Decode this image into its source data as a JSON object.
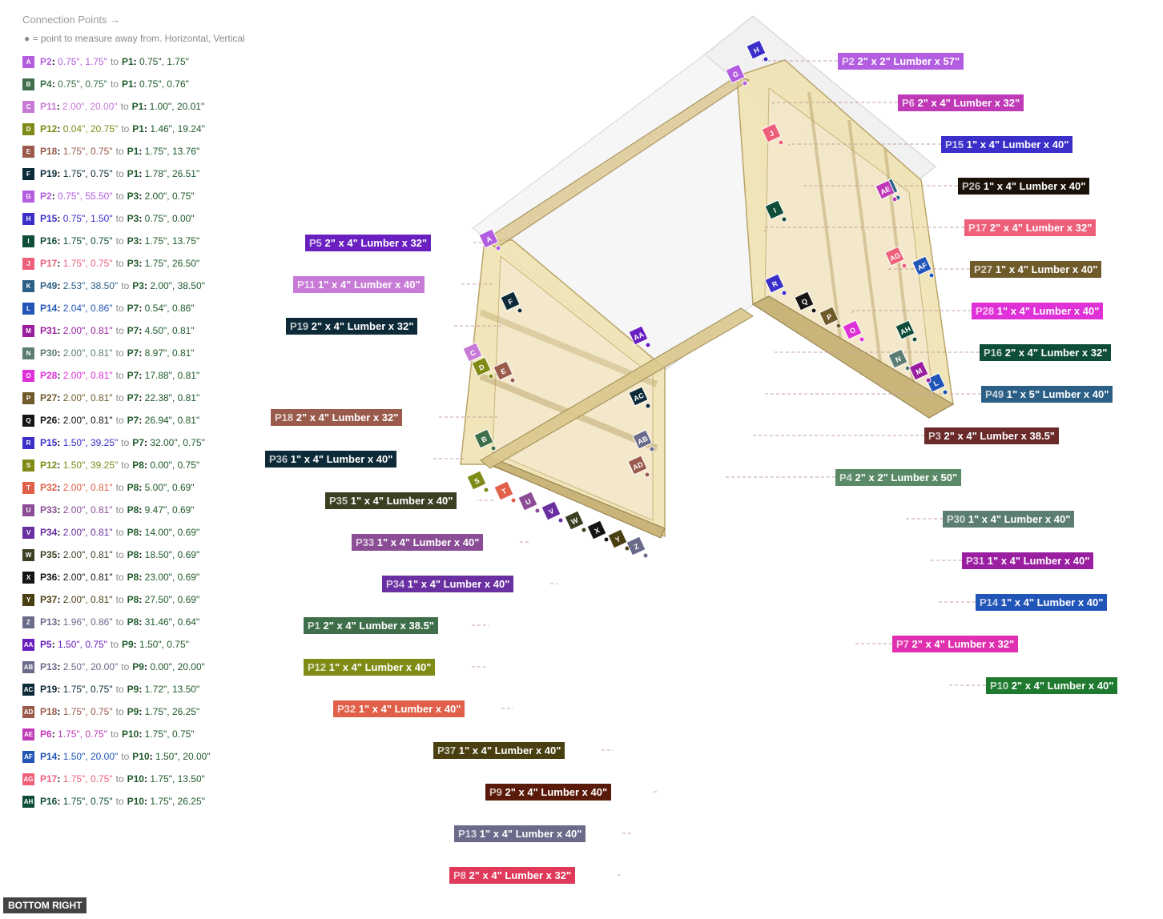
{
  "legend": {
    "title": "Connection Points →",
    "note": "● = point to measure away from. Horizontal, Vertical",
    "items": [
      {
        "code": "A",
        "color": "#b35ee0",
        "a_id": "P2",
        "a_val": "0.75\", 1.75\"",
        "b_id": "P1",
        "b_val": "0.75\", 1.75\""
      },
      {
        "code": "B",
        "color": "#3f6f4a",
        "a_id": "P4",
        "a_val": "0.75\", 0.75\"",
        "b_id": "P1",
        "b_val": "0.75\", 0.76\""
      },
      {
        "code": "C",
        "color": "#c77ad6",
        "a_id": "P11",
        "a_val": "2.00\", 20.00\"",
        "b_id": "P1",
        "b_val": "1.00\", 20.01\""
      },
      {
        "code": "D",
        "color": "#7f8b15",
        "a_id": "P12",
        "a_val": "0.04\", 20.75\"",
        "b_id": "P1",
        "b_val": "1.46\", 19.24\""
      },
      {
        "code": "E",
        "color": "#9a5a4c",
        "a_id": "P18",
        "a_val": "1.75\", 0.75\"",
        "b_id": "P1",
        "b_val": "1.75\", 13.76\""
      },
      {
        "code": "F",
        "color": "#0d2a38",
        "a_id": "P19",
        "a_val": "1.75\", 0.75\"",
        "b_id": "P1",
        "b_val": "1.78\", 26.51\""
      },
      {
        "code": "G",
        "color": "#b35ee0",
        "a_id": "P2",
        "a_val": "0.75\", 55.50\"",
        "b_id": "P3",
        "b_val": "2.00\", 0.75\""
      },
      {
        "code": "H",
        "color": "#3a2fc9",
        "a_id": "P15",
        "a_val": "0.75\", 1.50\"",
        "b_id": "P3",
        "b_val": "0.75\", 0.00\""
      },
      {
        "code": "I",
        "color": "#0f4d3b",
        "a_id": "P16",
        "a_val": "1.75\", 0.75\"",
        "b_id": "P3",
        "b_val": "1.75\", 13.75\""
      },
      {
        "code": "J",
        "color": "#ee5f7a",
        "a_id": "P17",
        "a_val": "1.75\", 0.75\"",
        "b_id": "P3",
        "b_val": "1.75\", 26.50\""
      },
      {
        "code": "K",
        "color": "#2b5f86",
        "a_id": "P49",
        "a_val": "2.53\", 38.50\"",
        "b_id": "P3",
        "b_val": "2.00\", 38.50\""
      },
      {
        "code": "L",
        "color": "#2255b8",
        "a_id": "P14",
        "a_val": "2.04\", 0.86\"",
        "b_id": "P7",
        "b_val": "0.54\", 0.86\""
      },
      {
        "code": "M",
        "color": "#9a1fa0",
        "a_id": "P31",
        "a_val": "2.00\", 0.81\"",
        "b_id": "P7",
        "b_val": "4.50\", 0.81\""
      },
      {
        "code": "N",
        "color": "#5b7d73",
        "a_id": "P30",
        "a_val": "2.00\", 0.81\"",
        "b_id": "P7",
        "b_val": "8.97\", 0.81\""
      },
      {
        "code": "O",
        "color": "#e030d8",
        "a_id": "P28",
        "a_val": "2.00\", 0.81\"",
        "b_id": "P7",
        "b_val": "17.88\", 0.81\""
      },
      {
        "code": "P",
        "color": "#6f5a2a",
        "a_id": "P27",
        "a_val": "2.00\", 0.81\"",
        "b_id": "P7",
        "b_val": "22.38\", 0.81\""
      },
      {
        "code": "Q",
        "color": "#151515",
        "a_id": "P26",
        "a_val": "2.00\", 0.81\"",
        "b_id": "P7",
        "b_val": "26.94\", 0.81\""
      },
      {
        "code": "R",
        "color": "#3a2fc9",
        "a_id": "P15",
        "a_val": "1.50\", 39.25\"",
        "b_id": "P7",
        "b_val": "32.00\", 0.75\""
      },
      {
        "code": "S",
        "color": "#7f8b15",
        "a_id": "P12",
        "a_val": "1.50\", 39.25\"",
        "b_id": "P8",
        "b_val": "0.00\", 0.75\""
      },
      {
        "code": "T",
        "color": "#e0604a",
        "a_id": "P32",
        "a_val": "2.00\", 0.81\"",
        "b_id": "P8",
        "b_val": "5.00\", 0.69\""
      },
      {
        "code": "U",
        "color": "#8a4d96",
        "a_id": "P33",
        "a_val": "2.00\", 0.81\"",
        "b_id": "P8",
        "b_val": "9.47\", 0.69\""
      },
      {
        "code": "V",
        "color": "#6a2fa0",
        "a_id": "P34",
        "a_val": "2.00\", 0.81\"",
        "b_id": "P8",
        "b_val": "14.00\", 0.69\""
      },
      {
        "code": "W",
        "color": "#3d3f22",
        "a_id": "P35",
        "a_val": "2.00\", 0.81\"",
        "b_id": "P8",
        "b_val": "18.50\", 0.69\""
      },
      {
        "code": "X",
        "color": "#151515",
        "a_id": "P36",
        "a_val": "2.00\", 0.81\"",
        "b_id": "P8",
        "b_val": "23.00\", 0.69\""
      },
      {
        "code": "Y",
        "color": "#4a3f10",
        "a_id": "P37",
        "a_val": "2.00\", 0.81\"",
        "b_id": "P8",
        "b_val": "27.50\", 0.69\""
      },
      {
        "code": "Z",
        "color": "#6a6a8a",
        "a_id": "P13",
        "a_val": "1.96\", 0.86\"",
        "b_id": "P8",
        "b_val": "31.46\", 0.64\""
      },
      {
        "code": "AA",
        "color": "#6a1fc0",
        "a_id": "P5",
        "a_val": "1.50\", 0.75\"",
        "b_id": "P9",
        "b_val": "1.50\", 0.75\""
      },
      {
        "code": "AB",
        "color": "#6a6a8a",
        "a_id": "P13",
        "a_val": "2.50\", 20.00\"",
        "b_id": "P9",
        "b_val": "0.00\", 20.00\""
      },
      {
        "code": "AC",
        "color": "#0d2a38",
        "a_id": "P19",
        "a_val": "1.75\", 0.75\"",
        "b_id": "P9",
        "b_val": "1.72\", 13.50\""
      },
      {
        "code": "AD",
        "color": "#9a5a4c",
        "a_id": "P18",
        "a_val": "1.75\", 0.75\"",
        "b_id": "P9",
        "b_val": "1.75\", 26.25\""
      },
      {
        "code": "AE",
        "color": "#c03ab8",
        "a_id": "P6",
        "a_val": "1.75\", 0.75\"",
        "b_id": "P10",
        "b_val": "1.75\", 0.75\""
      },
      {
        "code": "AF",
        "color": "#2255b8",
        "a_id": "P14",
        "a_val": "1.50\", 20.00\"",
        "b_id": "P10",
        "b_val": "1.50\", 20.00\""
      },
      {
        "code": "AG",
        "color": "#ee5f7a",
        "a_id": "P17",
        "a_val": "1.75\", 0.75\"",
        "b_id": "P10",
        "b_val": "1.75\", 13.50\""
      },
      {
        "code": "AH",
        "color": "#0f4d3b",
        "a_id": "P16",
        "a_val": "1.75\", 0.75\"",
        "b_id": "P10",
        "b_val": "1.75\", 26.25\""
      }
    ]
  },
  "parts": [
    {
      "id": "P2",
      "desc": "2\" x 2\" Lumber x 57\"",
      "color": "#b35ee0"
    },
    {
      "id": "P6",
      "desc": "2\" x 4\" Lumber  x 32\"",
      "color": "#c03ab8"
    },
    {
      "id": "P15",
      "desc": "1\" x 4\" Lumber  x 40\"",
      "color": "#3a2fc9"
    },
    {
      "id": "P26",
      "desc": "1\" x 4\" Lumber  x 40\"",
      "color": "#1a1208"
    },
    {
      "id": "P17",
      "desc": "2\" x 4\" Lumber  x 32\"",
      "color": "#ee5f7a"
    },
    {
      "id": "P27",
      "desc": "1\" x 4\" Lumber  x 40\"",
      "color": "#6f5a2a"
    },
    {
      "id": "P28",
      "desc": "1\" x 4\" Lumber  x 40\"",
      "color": "#e030d8"
    },
    {
      "id": "P16",
      "desc": "2\" x 4\" Lumber  x 32\"",
      "color": "#0f4d3b"
    },
    {
      "id": "P49",
      "desc": "1\" x 5\" Lumber x 40\"",
      "color": "#2b5f86"
    },
    {
      "id": "P3",
      "desc": "2\" x 4\" Lumber  x 38.5\"",
      "color": "#6a2a2a"
    },
    {
      "id": "P4",
      "desc": "2\" x 2\" Lumber x 50\"",
      "color": "#5b8a68"
    },
    {
      "id": "P30",
      "desc": "1\" x 4\" Lumber  x 40\"",
      "color": "#5b7d73"
    },
    {
      "id": "P31",
      "desc": "1\" x 4\" Lumber  x 40\"",
      "color": "#9a1fa0"
    },
    {
      "id": "P14",
      "desc": "1\" x 4\" Lumber  x 40\"",
      "color": "#2255b8"
    },
    {
      "id": "P7",
      "desc": "2\" x 4\" Lumber  x 32\"",
      "color": "#e030b0"
    },
    {
      "id": "P10",
      "desc": "2\" x 4\" Lumber  x 40\"",
      "color": "#1f7a2f"
    },
    {
      "id": "P5",
      "desc": "2\" x 4\" Lumber  x 32\"",
      "color": "#6a1fc0"
    },
    {
      "id": "P11",
      "desc": "1\" x 4\" Lumber  x 40\"",
      "color": "#c77ad6"
    },
    {
      "id": "P19",
      "desc": "2\" x 4\" Lumber  x 32\"",
      "color": "#0d2a38"
    },
    {
      "id": "P18",
      "desc": "2\" x 4\" Lumber  x 32\"",
      "color": "#9a5a4c"
    },
    {
      "id": "P36",
      "desc": "1\" x 4\" Lumber  x 40\"",
      "color": "#0d2a38"
    },
    {
      "id": "P35",
      "desc": "1\" x 4\" Lumber  x 40\"",
      "color": "#3d3f22"
    },
    {
      "id": "P33",
      "desc": "1\" x 4\" Lumber  x 40\"",
      "color": "#8a4d96"
    },
    {
      "id": "P34",
      "desc": "1\" x 4\" Lumber  x 40\"",
      "color": "#6a2fa0"
    },
    {
      "id": "P1",
      "desc": "2\" x 4\" Lumber  x 38.5\"",
      "color": "#3f6f4a"
    },
    {
      "id": "P12",
      "desc": "1\" x 4\" Lumber  x 40\"",
      "color": "#7f8b15"
    },
    {
      "id": "P32",
      "desc": "1\" x 4\" Lumber  x 40\"",
      "color": "#e0604a"
    },
    {
      "id": "P37",
      "desc": "1\" x 4\" Lumber  x 40\"",
      "color": "#4a3f10"
    },
    {
      "id": "P9",
      "desc": "2\" x 4\" Lumber  x 40\"",
      "color": "#5a1a0a"
    },
    {
      "id": "P13",
      "desc": "1\" x 4\" Lumber  x 40\"",
      "color": "#6a6a8a"
    },
    {
      "id": "P8",
      "desc": "2\" x 4\" Lumber  x 32\"",
      "color": "#e03a5a"
    }
  ],
  "view_label": "BOTTOM RIGHT",
  "colors": {
    "wood": "#efe0ae",
    "wood_edge": "#b9a46a",
    "leader": "#c8a0a0"
  }
}
